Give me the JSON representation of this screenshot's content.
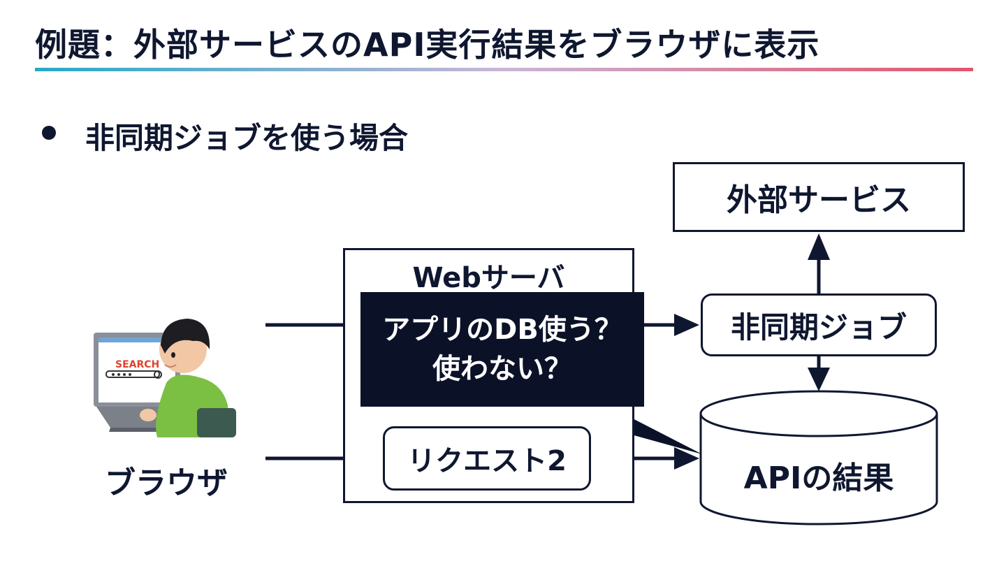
{
  "slide": {
    "title": "例題：外部サービスのAPI実行結果をブラウザに表示",
    "bullet": "非同期ジョブを使う場合"
  },
  "diagram": {
    "external_service": "外部サービス",
    "web_server": "Webサーバ",
    "async_job": "非同期ジョブ",
    "request2": "リクエスト2",
    "api_result": "APIの結果",
    "browser": "ブラウザ",
    "bubble": {
      "line1": "アプリのDB使う？",
      "line2": "使わない？"
    },
    "illustration_text": "SEARCH"
  },
  "colors": {
    "ink": "#0f1730",
    "bubble": "#0b1228",
    "gradient": [
      "#26a9c8",
      "#c9b6d6",
      "#e2556b"
    ]
  }
}
